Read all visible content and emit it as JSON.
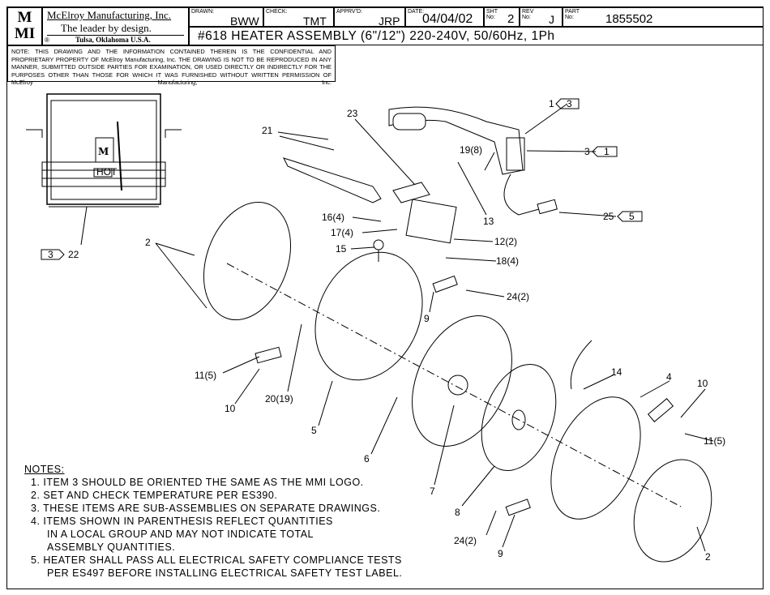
{
  "title_block": {
    "logo": "MMI",
    "company": "McElroy Manufacturing, Inc.",
    "slogan": "The leader by design.",
    "registered": "®",
    "location": "Tulsa, Oklahoma U.S.A.",
    "drawn_label": "DRAWN:",
    "drawn": "BWW",
    "check_label": "CHECK:",
    "check": "TMT",
    "apprvd_label": "APPRV'D:",
    "apprvd": "JRP",
    "date_label": "DATE:",
    "date": "04/04/02",
    "sht_label": "SHT No:",
    "sht": "2",
    "rev_label": "REV No:",
    "rev": "J",
    "part_label": "PART No:",
    "part": "1855502",
    "title": "#618 HEATER ASSEMBLY (6\"/12\") 220-240V, 50/60Hz, 1Ph",
    "note": "NOTE: THIS DRAWING AND THE INFORMATION CONTAINED THEREIN IS THE CONFIDENTIAL AND PROPRIETARY PROPERTY OF McElroy Manufacturing, Inc. THE DRAWING IS NOT TO BE REPRODUCED IN ANY MANNER, SUBMITTED OUTSIDE PARTIES FOR EXAMINATION, OR USED DIRECTLY OR INDIRECTLY FOR THE PURPOSES OTHER THAN THOSE FOR WHICH IT WAS FURNISHED WITHOUT WRITTEN PERMISSION OF McElroy Manufacturing, Inc."
  },
  "callouts": {
    "c1": "1",
    "c1_box": "3",
    "c3": "3",
    "c3_box": "1",
    "c25": "25",
    "c25_box": "5",
    "c22": "22",
    "c22_box": "3",
    "c23": "23",
    "c21": "21",
    "c19": "19(8)",
    "c13": "13",
    "c16": "16(4)",
    "c17": "17(4)",
    "c15": "15",
    "c12": "12(2)",
    "c18": "18(4)",
    "c24a": "24(2)",
    "c9a": "9",
    "c2a": "2",
    "c11a": "11(5)",
    "c10a": "10",
    "c20": "20(19)",
    "c5": "5",
    "c6": "6",
    "c7": "7",
    "c8": "8",
    "c14": "14",
    "c4": "4",
    "c10b": "10",
    "c11b": "11(5)",
    "c24b": "24(2)",
    "c9b": "9",
    "c2b": "2",
    "hot": "HOT"
  },
  "notes": {
    "heading": "NOTES:",
    "lines": [
      "1. ITEM 3 SHOULD BE ORIENTED THE SAME AS THE MMI LOGO.",
      "2. SET AND CHECK TEMPERATURE PER ES390.",
      "3. THESE ITEMS ARE SUB-ASSEMBLIES ON SEPARATE DRAWINGS.",
      "4. ITEMS SHOWN IN PARENTHESIS REFLECT QUANTITIES",
      "IN A LOCAL GROUP AND MAY NOT INDICATE TOTAL",
      "ASSEMBLY QUANTITIES.",
      "5. HEATER SHALL PASS ALL ELECTRICAL SAFETY COMPLIANCE TESTS",
      "PER ES497 BEFORE INSTALLING ELECTRICAL SAFETY TEST LABEL."
    ]
  }
}
